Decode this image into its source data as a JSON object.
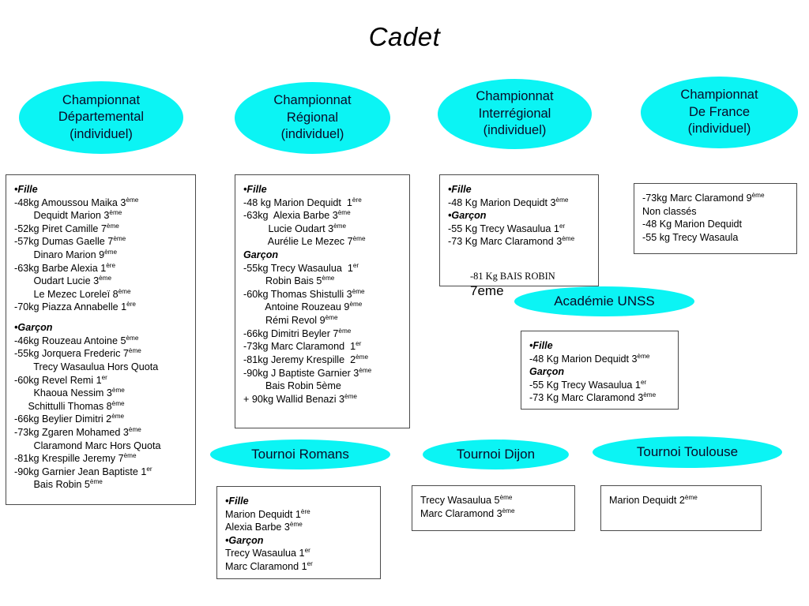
{
  "title": "Cadet",
  "accent_color": "#0BF4F4",
  "ellipses": {
    "departemental": "Championnat\nDépartemental\n(individuel)",
    "regional": "Championnat\nRégional\n(individuel)",
    "interregional": "Championnat\nInterrégional\n(individuel)",
    "de_france": "Championnat\nDe France\n(individuel)",
    "academie_unss": "Académie UNSS",
    "tournoi_romans": "Tournoi Romans",
    "tournoi_dijon": "Tournoi Dijon",
    "tournoi_toulouse": "Tournoi Toulouse"
  },
  "box_departemental": {
    "fille_header": "•Fille",
    "fille_lines": [
      {
        "weight": "-48kg",
        "name": "Amoussou Maika 3",
        "rank": "ème"
      },
      {
        "weight": "      ",
        "name": "Dequidt Marion 3",
        "rank": "ème"
      },
      {
        "weight": "-52kg",
        "name": "Piret Camille 7",
        "rank": "ème"
      },
      {
        "weight": "-57kg",
        "name": "Dumas Gaelle 7",
        "rank": "ème"
      },
      {
        "weight": "      ",
        "name": "Dinaro Marion 9",
        "rank": "ème"
      },
      {
        "weight": "-63kg",
        "name": "Barbe Alexia 1",
        "rank": "ère"
      },
      {
        "weight": "      ",
        "name": "Oudart Lucie 3",
        "rank": "ème"
      },
      {
        "weight": "      ",
        "name": "Le Mezec Loreleï 8",
        "rank": "ème"
      },
      {
        "weight": "-70kg",
        "name": "Piazza Annabelle 1",
        "rank": "ère"
      }
    ],
    "garcon_header": "•Garçon",
    "garcon_lines": [
      {
        "weight": "-46kg",
        "name": " Rouzeau Antoine 5",
        "rank": "ème"
      },
      {
        "weight": "-55kg",
        "name": " Jorquera Frederic 7",
        "rank": "ème"
      },
      {
        "weight": "      ",
        "name": " Trecy Wasaulua Hors Quota",
        "rank": ""
      },
      {
        "weight": "-60kg",
        "name": " Revel Remi 1",
        "rank": "er"
      },
      {
        "weight": "      ",
        "name": " Khaoua Nessim 3",
        "rank": "ème"
      },
      {
        "weight": "     ",
        "name": "Schittulli Thomas 8",
        "rank": "ème"
      },
      {
        "weight": "-66kg",
        "name": " Beylier Dimitri 2",
        "rank": "ème"
      },
      {
        "weight": "-73kg",
        "name": " Zgaren Mohamed 3",
        "rank": "ème"
      },
      {
        "weight": "      ",
        "name": " Claramond Marc Hors Quota",
        "rank": ""
      },
      {
        "weight": "-81kg",
        "name": " Krespille Jeremy 7",
        "rank": "ème"
      },
      {
        "weight": "-90kg",
        "name": " Garnier Jean Baptiste 1",
        "rank": "er"
      },
      {
        "weight": "      ",
        "name": " Bais Robin 5",
        "rank": "ème"
      }
    ]
  },
  "box_regional": {
    "fille_header": "•Fille",
    "fille_lines": [
      {
        "weight": "-48 kg",
        "name": " Marion Dequidt  1",
        "rank": "ère"
      },
      {
        "weight": "-63kg",
        "name": "  Alexia Barbe 3",
        "rank": "ème"
      },
      {
        "weight": "      ",
        "name": "   Lucie Oudart 3",
        "rank": "ème"
      },
      {
        "weight": "      ",
        "name": "   Aurélie Le Mezec 7",
        "rank": "ème"
      }
    ],
    "garcon_header": "Garçon",
    "garcon_lines": [
      {
        "weight": "-55kg",
        "name": " Trecy Wasaulua  1",
        "rank": "er"
      },
      {
        "weight": "      ",
        "name": "  Robin Bais 5",
        "rank": "ème"
      },
      {
        "weight": "-60kg",
        "name": " Thomas Shistulli 3",
        "rank": "ème"
      },
      {
        "weight": "      ",
        "name": "  Antoine Rouzeau 9",
        "rank": "ème"
      },
      {
        "weight": "      ",
        "name": "  Rémi Revol 9",
        "rank": "ème"
      },
      {
        "weight": "-66kg",
        "name": " Dimitri Beyler 7",
        "rank": "ème"
      },
      {
        "weight": "-73kg",
        "name": " Marc Claramond  1",
        "rank": "er"
      },
      {
        "weight": "-81kg",
        "name": " Jeremy Krespille  2",
        "rank": "ème"
      },
      {
        "weight": "-90kg",
        "name": " J Baptiste Garnier 3",
        "rank": "ème"
      },
      {
        "weight": "      ",
        "name": "  Bais Robin 5ème",
        "rank": ""
      },
      {
        "weight": "+ 90kg",
        "name": " Wallid Benazi 3",
        "rank": "ème"
      }
    ]
  },
  "box_interregional": {
    "fille_header": "•Fille",
    "fille_lines": [
      {
        "weight": "-48 Kg",
        "name": " Marion Dequidt 3",
        "rank": "ème"
      }
    ],
    "garcon_header": "•Garçon",
    "garcon_lines": [
      {
        "weight": "-55 Kg",
        "name": " Trecy Wasaulua 1",
        "rank": "er"
      },
      {
        "weight": "-73 Kg",
        "name": " Marc Claramond 3",
        "rank": "ème"
      }
    ],
    "extra_serif": "-81 Kg BAIS ROBIN",
    "extra_big": "7eme"
  },
  "box_de_france": {
    "lines": [
      {
        "text": "-73kg Marc Claramond 9",
        "rank": "ème"
      },
      {
        "text": "Non classés",
        "rank": ""
      },
      {
        "text": "-48 Kg Marion Dequidt",
        "rank": ""
      },
      {
        "text": "-55 kg Trecy Wasaula",
        "rank": ""
      }
    ]
  },
  "box_academie": {
    "fille_header": "•Fille",
    "fille_lines": [
      {
        "weight": "-48 Kg",
        "name": " Marion Dequidt 3",
        "rank": "ème"
      }
    ],
    "garcon_header": "Garçon",
    "garcon_lines": [
      {
        "weight": "-55 Kg",
        "name": " Trecy Wasaulua 1",
        "rank": "er"
      },
      {
        "weight": "-73 Kg",
        "name": " Marc Claramond 3",
        "rank": "ème"
      }
    ]
  },
  "box_romans": {
    "fille_header": "•Fille",
    "fille_lines": [
      {
        "weight": "",
        "name": "Marion Dequidt 1",
        "rank": "ère"
      },
      {
        "weight": "",
        "name": "Alexia Barbe 3",
        "rank": "ème"
      }
    ],
    "garcon_header": "•Garçon",
    "garcon_lines": [
      {
        "weight": "",
        "name": "Trecy Wasaulua 1",
        "rank": "er"
      },
      {
        "weight": "",
        "name": "Marc Claramond 1",
        "rank": "er"
      }
    ]
  },
  "box_dijon": {
    "lines": [
      {
        "text": "Trecy Wasaulua 5",
        "rank": "ème"
      },
      {
        "text": "Marc Claramond 3",
        "rank": "ème"
      }
    ]
  },
  "box_toulouse": {
    "lines": [
      {
        "text": "Marion Dequidt 2",
        "rank": "ème"
      }
    ]
  }
}
